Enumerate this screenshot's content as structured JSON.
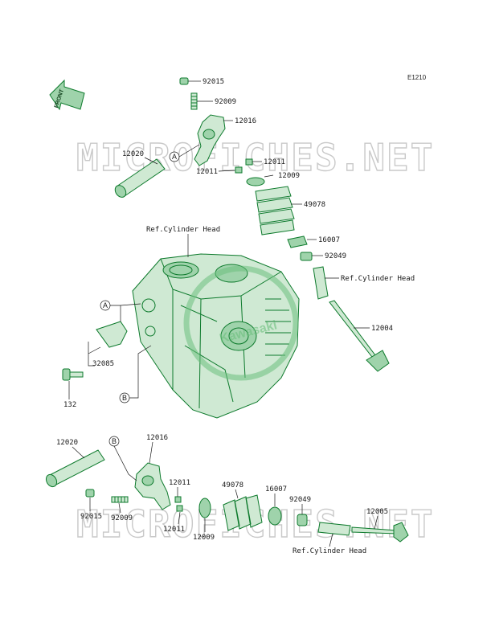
{
  "diagram": {
    "code": "E1210",
    "front_label": "FRONT",
    "watermark": "MICROFICHES.NET",
    "logo_text": "Kawasaki",
    "accent_color": "#0d7a2c",
    "fill_color": "#cfe9d3"
  },
  "refs": {
    "cylinder_head_top": "Ref.Cylinder Head",
    "cylinder_head_valve": "Ref.Cylinder Head",
    "cylinder_head_bottom": "Ref.Cylinder Head"
  },
  "letters": {
    "a_upper": "A",
    "a_left": "A",
    "b_left": "B",
    "b_lower": "B"
  },
  "parts_upper": {
    "p92015": "92015",
    "p92009": "92009",
    "p12016": "12016",
    "p12020": "12020",
    "p12011_right": "12011",
    "p12011_left": "12011",
    "p12009": "12009",
    "p49078": "49078",
    "p16007": "16007",
    "p92049": "92049",
    "p12004": "12004",
    "p32085": "32085",
    "p132": "132"
  },
  "parts_lower": {
    "p12020": "12020",
    "p12016": "12016",
    "p12011_top": "12011",
    "p12011_bottom": "12011",
    "p92015": "92015",
    "p92009": "92009",
    "p12009": "12009",
    "p49078": "49078",
    "p16007": "16007",
    "p92049": "92049",
    "p12005": "12005"
  }
}
